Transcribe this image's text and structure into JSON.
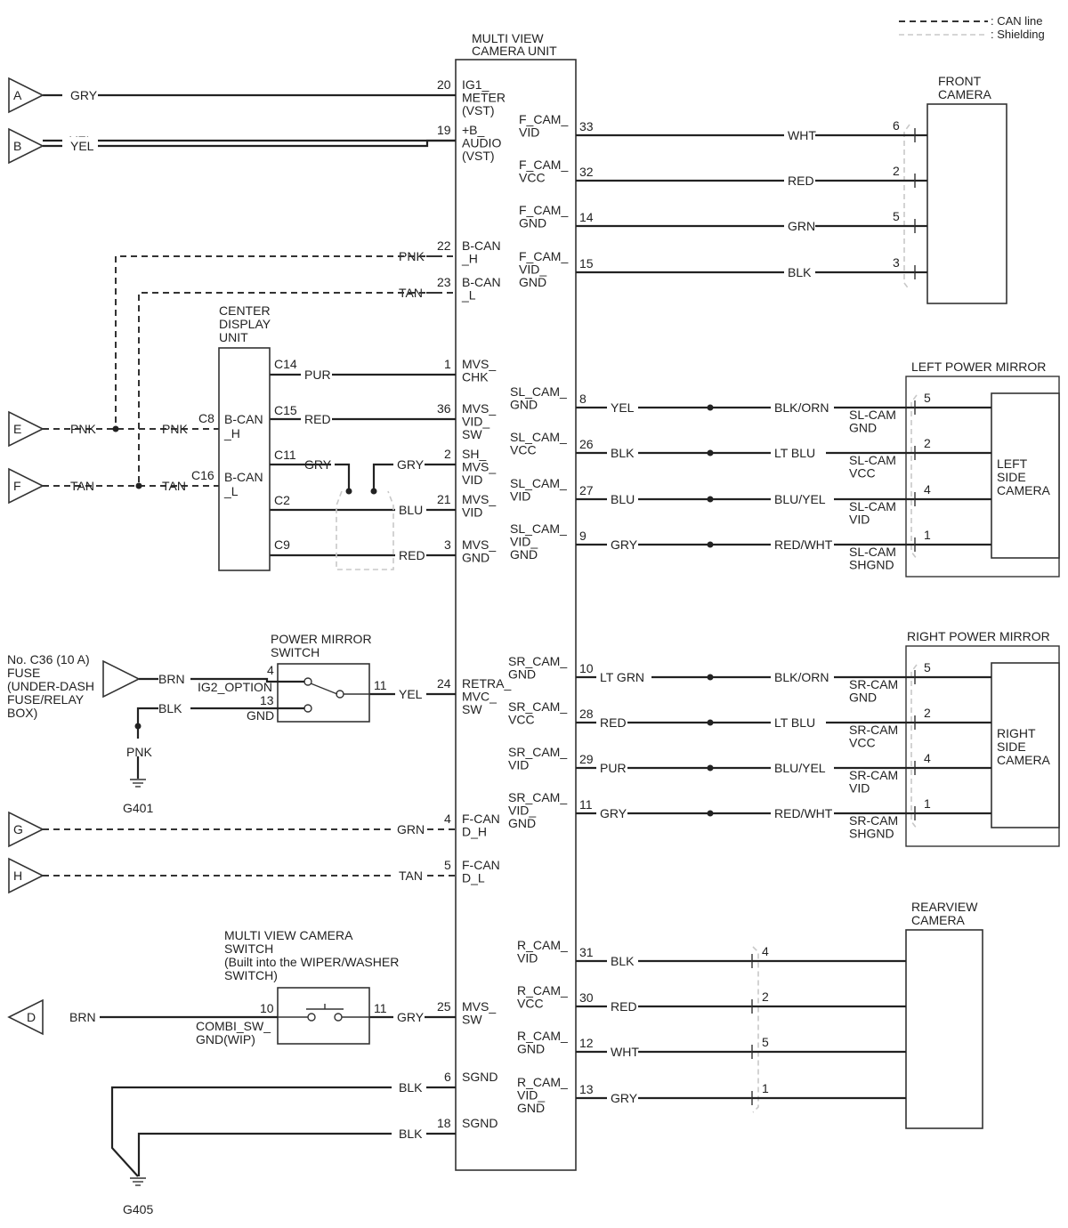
{
  "legend": {
    "can_line": ": CAN line",
    "shielding": ": Shielding"
  },
  "units": {
    "mvc": [
      "MULTI VIEW",
      "CAMERA UNIT"
    ],
    "front_camera": [
      "FRONT",
      "CAMERA"
    ],
    "center_display": [
      "CENTER",
      "DISPLAY",
      "UNIT"
    ],
    "left_mirror": [
      "LEFT POWER MIRROR"
    ],
    "left_camera": [
      "LEFT",
      "SIDE",
      "CAMERA"
    ],
    "right_mirror": [
      "RIGHT POWER MIRROR"
    ],
    "right_camera": [
      "RIGHT",
      "SIDE",
      "CAMERA"
    ],
    "pm_switch": [
      "POWER MIRROR",
      "SWITCH"
    ],
    "fuse": [
      "No. C36 (10 A)",
      "FUSE",
      "(UNDER-DASH",
      "FUSE/RELAY",
      "BOX)"
    ],
    "mvc_switch": [
      "MULTI VIEW CAMERA",
      "SWITCH",
      "(Built into the WIPER/WASHER",
      "SWITCH)"
    ],
    "rear_camera": [
      "REARVIEW",
      "CAMERA"
    ]
  },
  "grounds": {
    "g401": "G401",
    "g405": "G405",
    "g401_wire": "PNK"
  },
  "connectors": [
    {
      "id": "A",
      "color": "GRY"
    },
    {
      "id": "B",
      "color": "YEL"
    },
    {
      "id": "E",
      "color": "PNK"
    },
    {
      "id": "F",
      "color": "TAN"
    },
    {
      "id": "G",
      "color": ""
    },
    {
      "id": "H",
      "color": ""
    },
    {
      "id": "D",
      "color": "BRN"
    }
  ],
  "left_pins": [
    {
      "num": "20",
      "name": [
        "IG1_",
        "METER",
        "(VST)"
      ],
      "color": "GRY"
    },
    {
      "num": "19",
      "name": [
        "+B_",
        "AUDIO",
        "(VST)"
      ],
      "color": "YEL"
    },
    {
      "num": "22",
      "name": [
        "B-CAN",
        "_H"
      ],
      "color": "PNK"
    },
    {
      "num": "23",
      "name": [
        "B-CAN",
        "_L"
      ],
      "color": "TAN"
    },
    {
      "num": "1",
      "name": [
        "MVS_",
        "CHK"
      ],
      "color": "PUR"
    },
    {
      "num": "36",
      "name": [
        "MVS_",
        "VID_",
        "SW"
      ],
      "color": "RED"
    },
    {
      "num": "2",
      "name": [
        "SH_",
        "MVS_",
        "VID"
      ],
      "color": "GRY"
    },
    {
      "num": "21",
      "name": [
        "MVS_",
        "VID"
      ],
      "color": "BLU"
    },
    {
      "num": "3",
      "name": [
        "MVS_",
        "GND"
      ],
      "color": "RED"
    },
    {
      "num": "24",
      "name": [
        "RETRA_",
        "MVC_",
        "SW"
      ],
      "color": "YEL"
    },
    {
      "num": "4",
      "name": [
        "F-CAN",
        "D_H"
      ],
      "color": "GRN"
    },
    {
      "num": "5",
      "name": [
        "F-CAN",
        "D_L"
      ],
      "color": "TAN"
    },
    {
      "num": "25",
      "name": [
        "MVS_",
        "SW"
      ],
      "color": "GRY"
    },
    {
      "num": "6",
      "name": [
        "SGND"
      ],
      "color": "BLK"
    },
    {
      "num": "18",
      "name": [
        "SGND"
      ],
      "color": "BLK"
    }
  ],
  "center_display": {
    "pins": [
      "C14",
      "C15",
      "C11",
      "C2",
      "C9",
      "C8",
      "C16"
    ],
    "names": {
      "bcan_h": [
        "B-CAN",
        "_H"
      ],
      "bcan_l": [
        "B-CAN",
        "_L"
      ]
    },
    "colors": {
      "e_pnk": "PNK",
      "f_tan": "TAN"
    }
  },
  "front_pins": [
    {
      "num": "33",
      "name": [
        "F_CAM_",
        "VID"
      ],
      "color": "WHT",
      "cam": "6"
    },
    {
      "num": "32",
      "name": [
        "F_CAM_",
        "VCC"
      ],
      "color": "RED",
      "cam": "2"
    },
    {
      "num": "14",
      "name": [
        "F_CAM_",
        "GND"
      ],
      "color": "GRN",
      "cam": "5"
    },
    {
      "num": "15",
      "name": [
        "F_CAM_",
        "VID_",
        "GND"
      ],
      "color": "BLK",
      "cam": "3"
    }
  ],
  "left_side_pins": [
    {
      "num": "8",
      "name": [
        "SL_CAM_",
        "GND"
      ],
      "color": "YEL",
      "color2": "BLK/ORN",
      "cname": [
        "SL-CAM",
        "GND"
      ],
      "cam": "5"
    },
    {
      "num": "26",
      "name": [
        "SL_CAM_",
        "VCC"
      ],
      "color": "BLK",
      "color2": "LT BLU",
      "cname": [
        "SL-CAM",
        "VCC"
      ],
      "cam": "2"
    },
    {
      "num": "27",
      "name": [
        "SL_CAM_",
        "VID"
      ],
      "color": "BLU",
      "color2": "BLU/YEL",
      "cname": [
        "SL-CAM",
        "VID"
      ],
      "cam": "4"
    },
    {
      "num": "9",
      "name": [
        "SL_CAM_",
        "VID_",
        "GND"
      ],
      "color": "GRY",
      "color2": "RED/WHT",
      "cname": [
        "SL-CAM",
        "SHGND"
      ],
      "cam": "1"
    }
  ],
  "right_side_pins": [
    {
      "num": "10",
      "name": [
        "SR_CAM_",
        "GND"
      ],
      "color": "LT GRN",
      "color2": "BLK/ORN",
      "cname": [
        "SR-CAM",
        "GND"
      ],
      "cam": "5"
    },
    {
      "num": "28",
      "name": [
        "SR_CAM_",
        "VCC"
      ],
      "color": "RED",
      "color2": "LT BLU",
      "cname": [
        "SR-CAM",
        "VCC"
      ],
      "cam": "2"
    },
    {
      "num": "29",
      "name": [
        "SR_CAM_",
        "VID"
      ],
      "color": "PUR",
      "color2": "BLU/YEL",
      "cname": [
        "SR-CAM",
        "VID"
      ],
      "cam": "4"
    },
    {
      "num": "11",
      "name": [
        "SR_CAM_",
        "VID_",
        "GND"
      ],
      "color": "GRY",
      "color2": "RED/WHT",
      "cname": [
        "SR-CAM",
        "SHGND"
      ],
      "cam": "1"
    }
  ],
  "rear_pins": [
    {
      "num": "31",
      "name": [
        "R_CAM_",
        "VID"
      ],
      "color": "BLK",
      "cam": "4"
    },
    {
      "num": "30",
      "name": [
        "R_CAM_",
        "VCC"
      ],
      "color": "RED",
      "cam": "2"
    },
    {
      "num": "12",
      "name": [
        "R_CAM_",
        "GND"
      ],
      "color": "WHT",
      "cam": "5"
    },
    {
      "num": "13",
      "name": [
        "R_CAM_",
        "VID_",
        "GND"
      ],
      "color": "GRY",
      "cam": "1"
    }
  ],
  "power_mirror_switch": {
    "pin4": "4",
    "pin13": "13",
    "pin11": "11",
    "ig2": "IG2_OPTION",
    "gnd": "GND",
    "in_color": "BRN",
    "gnd_color": "BLK"
  },
  "mvc_switch": {
    "pin10": "10",
    "pin11": "11",
    "name": [
      "COMBI_SW_",
      "GND(WIP)"
    ]
  }
}
